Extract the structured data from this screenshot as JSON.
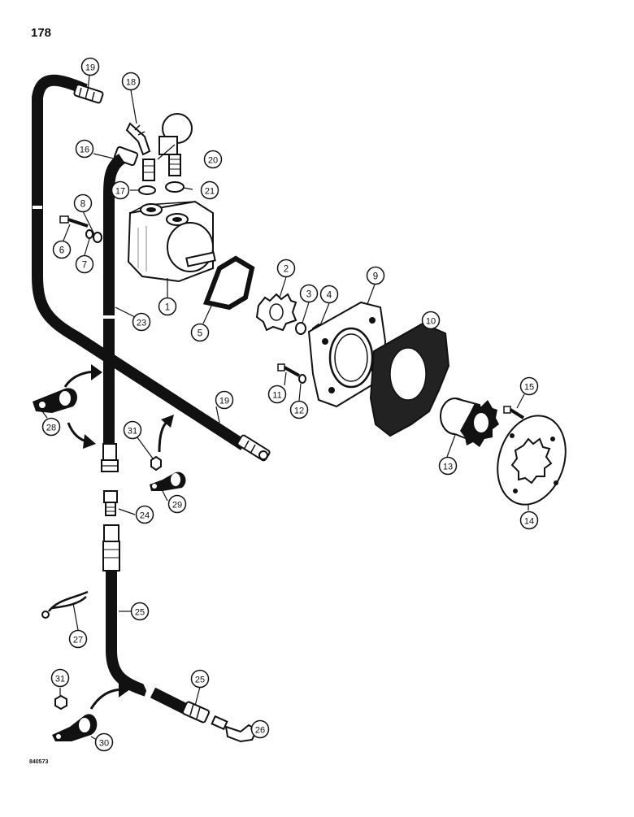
{
  "page": {
    "number": "178",
    "drawing_code": "840573"
  },
  "callouts": [
    {
      "id": "c1",
      "label": "1"
    },
    {
      "id": "c2",
      "label": "2"
    },
    {
      "id": "c3",
      "label": "3"
    },
    {
      "id": "c4",
      "label": "4"
    },
    {
      "id": "c5",
      "label": "5"
    },
    {
      "id": "c6",
      "label": "6"
    },
    {
      "id": "c7",
      "label": "7"
    },
    {
      "id": "c8",
      "label": "8"
    },
    {
      "id": "c9",
      "label": "9"
    },
    {
      "id": "c10",
      "label": "10"
    },
    {
      "id": "c11",
      "label": "11"
    },
    {
      "id": "c12",
      "label": "12"
    },
    {
      "id": "c13",
      "label": "13"
    },
    {
      "id": "c14",
      "label": "14"
    },
    {
      "id": "c15",
      "label": "15"
    },
    {
      "id": "c16",
      "label": "16"
    },
    {
      "id": "c17",
      "label": "17"
    },
    {
      "id": "c18",
      "label": "18"
    },
    {
      "id": "c19a",
      "label": "19"
    },
    {
      "id": "c19b",
      "label": "19"
    },
    {
      "id": "c20",
      "label": "20"
    },
    {
      "id": "c21",
      "label": "21"
    },
    {
      "id": "c23",
      "label": "23"
    },
    {
      "id": "c24",
      "label": "24"
    },
    {
      "id": "c25a",
      "label": "25"
    },
    {
      "id": "c25b",
      "label": "25"
    },
    {
      "id": "c26",
      "label": "26"
    },
    {
      "id": "c27",
      "label": "27"
    },
    {
      "id": "c28",
      "label": "28"
    },
    {
      "id": "c29",
      "label": "29"
    },
    {
      "id": "c30",
      "label": "30"
    },
    {
      "id": "c31a",
      "label": "31"
    },
    {
      "id": "c31b",
      "label": "31"
    }
  ]
}
